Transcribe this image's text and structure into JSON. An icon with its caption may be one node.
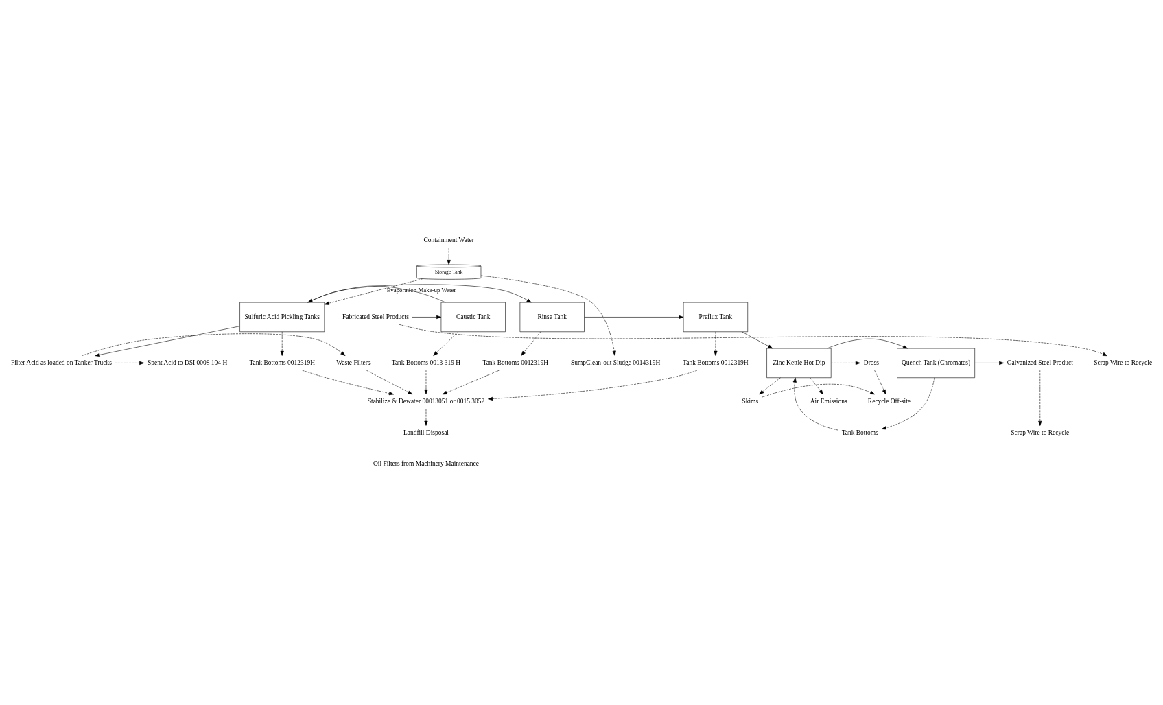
{
  "diagram": {
    "nodes": [
      {
        "text": [
          "Waste Filters"
        ]
      },
      {
        "text": [
          "Filter Acid as loaded on Tanker Trucks"
        ]
      },
      {
        "text": [
          "Spent Acid to DSI 0008 104 H"
        ]
      },
      {
        "text": [
          "SumpClean-out Sludge 0014319H"
        ]
      },
      {
        "text": [
          "Storage Tank"
        ]
      },
      {
        "text": [
          "Fabricated Steel Products"
        ]
      },
      {
        "text": [
          "Caustic Tank"
        ]
      },
      {
        "text": [
          "Sulfuric Acid Pickling Tanks"
        ]
      },
      {
        "text": [
          "Rinse Tank"
        ]
      },
      {
        "text": [
          "Preflux Tank"
        ]
      },
      {
        "text": [
          "Containment Water"
        ]
      },
      {
        "text": [
          "Scrap Wire to Recycle"
        ]
      },
      {
        "text": [
          "Tank Bottoms 0013 319 H"
        ]
      },
      {
        "text": [
          "Tank Bottoms 0012319H"
        ]
      },
      {
        "text": [
          "Tank Bottoms 0012319H"
        ]
      },
      {
        "text": [
          "Tank Bottoms 0012319H"
        ]
      },
      {
        "text": [
          "Stabilize & Dewater 00013051 or 0015 3052"
        ]
      },
      {
        "text": [
          "Air Emissions"
        ]
      },
      {
        "text": [
          "Skims"
        ]
      },
      {
        "text": [
          "Recycle Off-site"
        ]
      },
      {
        "text": [
          "Galvanized Steel Product"
        ]
      },
      {
        "text": [
          "Quench Tank (Chromates)"
        ]
      },
      {
        "text": [
          "Zinc Kettle Hot Dip"
        ]
      },
      {
        "text": [
          "Dross"
        ]
      },
      {
        "text": [
          "Landfill Disposal"
        ]
      },
      {
        "text": [
          "Scrap Wire to Recycle"
        ]
      },
      {
        "text": [
          "Tank Bottoms"
        ]
      }
    ],
    "edges": [
      {
        "from": 1,
        "to": 0,
        "arrow": "to",
        "style": "dashed"
      },
      {
        "from": 1,
        "to": 2,
        "arrow": "to",
        "style": "dashed"
      },
      {
        "from": 7,
        "to": 1,
        "arrow": "to"
      },
      {
        "from": 4,
        "to": 7,
        "arrow": "to",
        "style": "dashed",
        "label": "Evaporation Make-up Water"
      },
      {
        "from": 4,
        "to": 3,
        "arrow": "to",
        "style": "dashed"
      },
      {
        "from": 10,
        "to": 4,
        "arrow": "to",
        "style": "dashed"
      },
      {
        "from": 5,
        "to": 6,
        "arrow": "to"
      },
      {
        "from": 6,
        "to": 7,
        "arrow": "to"
      },
      {
        "from": 7,
        "to": 8,
        "arrow": "to"
      },
      {
        "from": 8,
        "to": 9,
        "arrow": "to"
      },
      {
        "from": 5,
        "to": 11,
        "arrow": "to",
        "style": "dashed"
      },
      {
        "from": 6,
        "to": 12,
        "arrow": "to",
        "style": "dashed"
      },
      {
        "from": 7,
        "to": 13,
        "arrow": "to",
        "style": "dashed"
      },
      {
        "from": 8,
        "to": 14,
        "arrow": "to",
        "style": "dashed"
      },
      {
        "from": 9,
        "to": 15,
        "arrow": "to",
        "style": "dashed"
      },
      {
        "from": 0,
        "to": 16,
        "arrow": "to",
        "style": "dashed"
      },
      {
        "from": 12,
        "to": 16,
        "arrow": "to",
        "style": "dashed"
      },
      {
        "from": 13,
        "to": 16,
        "arrow": "to",
        "style": "dashed"
      },
      {
        "from": 14,
        "to": 16,
        "arrow": "to",
        "style": "dashed"
      },
      {
        "from": 15,
        "to": 16,
        "arrow": "to",
        "style": "dashed"
      },
      {
        "from": 16,
        "to": 24,
        "arrow": "to",
        "style": "dashed"
      },
      {
        "from": 9,
        "to": 22,
        "arrow": "to"
      },
      {
        "from": 22,
        "to": 17,
        "arrow": "to",
        "style": "dashed"
      },
      {
        "from": 22,
        "to": 18,
        "arrow": "to",
        "style": "dashed"
      },
      {
        "from": 18,
        "to": 19,
        "arrow": "to",
        "style": "dashed"
      },
      {
        "from": 22,
        "to": 23,
        "arrow": "to",
        "style": "dashed"
      },
      {
        "from": 23,
        "to": 19,
        "arrow": "to",
        "style": "dashed"
      },
      {
        "from": 22,
        "to": 21,
        "arrow": "to"
      },
      {
        "from": 21,
        "to": 20,
        "arrow": "to"
      },
      {
        "from": 20,
        "to": 25,
        "arrow": "to",
        "style": "dashed"
      },
      {
        "from": 21,
        "to": 26,
        "arrow": "to",
        "style": "dashed"
      },
      {
        "from": 26,
        "to": 22,
        "arrow": "to",
        "style": "dashed"
      }
    ],
    "labels": [
      "Oil Filters from Machinery Maintenance"
    ]
  }
}
